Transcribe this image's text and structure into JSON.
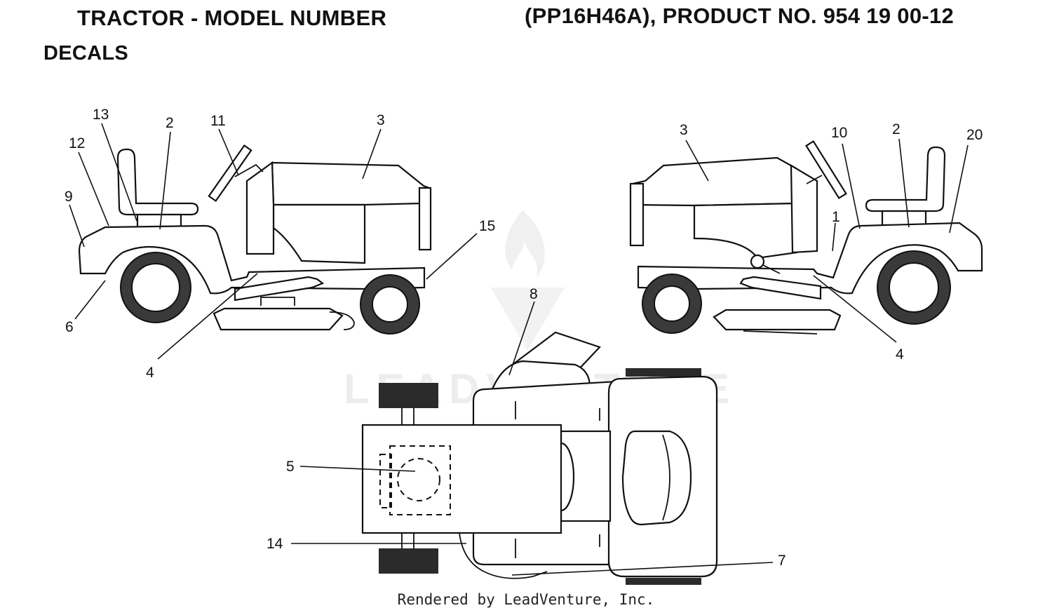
{
  "header": {
    "title_left": "TRACTOR - MODEL NUMBER",
    "title_right": "(PP16H46A), PRODUCT NO. 954 19 00-12",
    "section": "DECALS"
  },
  "callouts": {
    "left_view": [
      "13",
      "2",
      "11",
      "3",
      "12",
      "9",
      "15",
      "6",
      "4"
    ],
    "right_view": [
      "3",
      "10",
      "2",
      "20",
      "1",
      "4"
    ],
    "top_view": [
      "8",
      "5",
      "14",
      "7"
    ]
  },
  "watermark": "LEADVENTURE",
  "footer": "Rendered by LeadVenture, Inc."
}
